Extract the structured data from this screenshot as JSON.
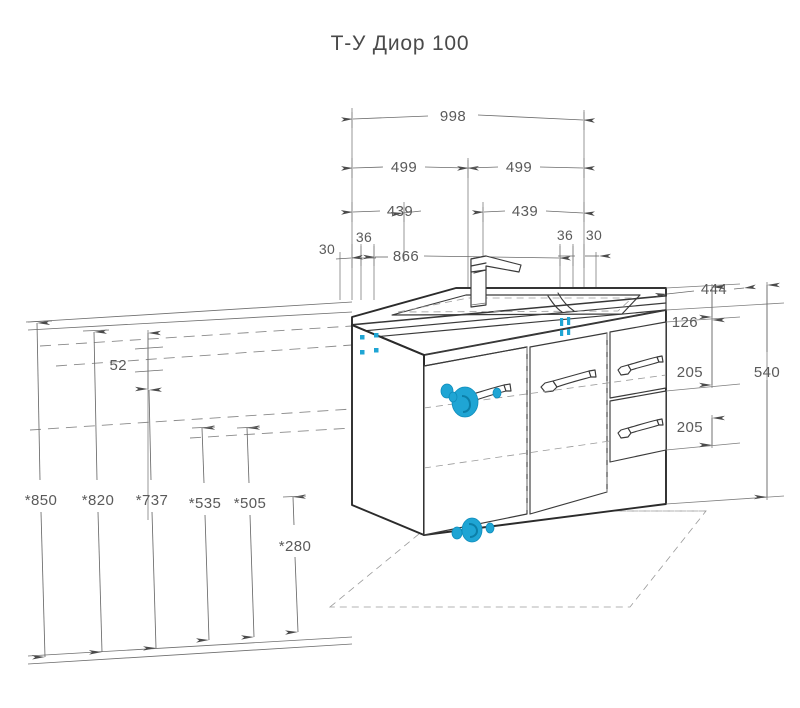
{
  "document": {
    "title": "Т-У Диор 100",
    "product": "Т-У Диор 100",
    "drawing_type": "technical-dimension-drawing"
  },
  "colors": {
    "line": "#3a3a3a",
    "line_thick": "#2b2b2b",
    "dimension": "#6a6a6a",
    "text": "#5a5a5a",
    "accent": "#1fa5d4",
    "background": "#ffffff"
  },
  "dimensions": {
    "top": [
      {
        "id": "overall-width",
        "value": "998"
      },
      {
        "id": "half-width-left",
        "value": "499"
      },
      {
        "id": "half-width-right",
        "value": "499"
      },
      {
        "id": "door-width-left",
        "value": "439"
      },
      {
        "id": "door-width-right",
        "value": "439"
      },
      {
        "id": "edge-left-30",
        "value": "30"
      },
      {
        "id": "gap-left-36",
        "value": "36"
      },
      {
        "id": "inner-width-866",
        "value": "866"
      },
      {
        "id": "gap-right-36",
        "value": "36"
      },
      {
        "id": "edge-right-30",
        "value": "30"
      }
    ],
    "right": [
      {
        "id": "depth-444",
        "value": "444"
      },
      {
        "id": "top-band-126",
        "value": "126"
      },
      {
        "id": "drawer-upper-205",
        "value": "205"
      },
      {
        "id": "drawer-lower-205",
        "value": "205"
      },
      {
        "id": "overall-height-540",
        "value": "540"
      }
    ],
    "left": [
      {
        "id": "height-850",
        "value": "*850"
      },
      {
        "id": "height-820",
        "value": "*820"
      },
      {
        "id": "height-737",
        "value": "*737"
      },
      {
        "id": "height-535",
        "value": "*535"
      },
      {
        "id": "height-505",
        "value": "*505"
      },
      {
        "id": "height-280",
        "value": "*280"
      }
    ],
    "inner": [
      {
        "id": "rail-offset-52",
        "value": "52"
      }
    ]
  },
  "cabinet": {
    "label": "vanity-cabinet",
    "doors": 2,
    "drawers": 2,
    "handles": 4,
    "faucet": "single-lever-mixer",
    "basin": "integrated-washbasin",
    "mount_points": 4
  },
  "icons": {
    "accent_marker": "accent-dot",
    "mount_marker": "mount-square"
  }
}
